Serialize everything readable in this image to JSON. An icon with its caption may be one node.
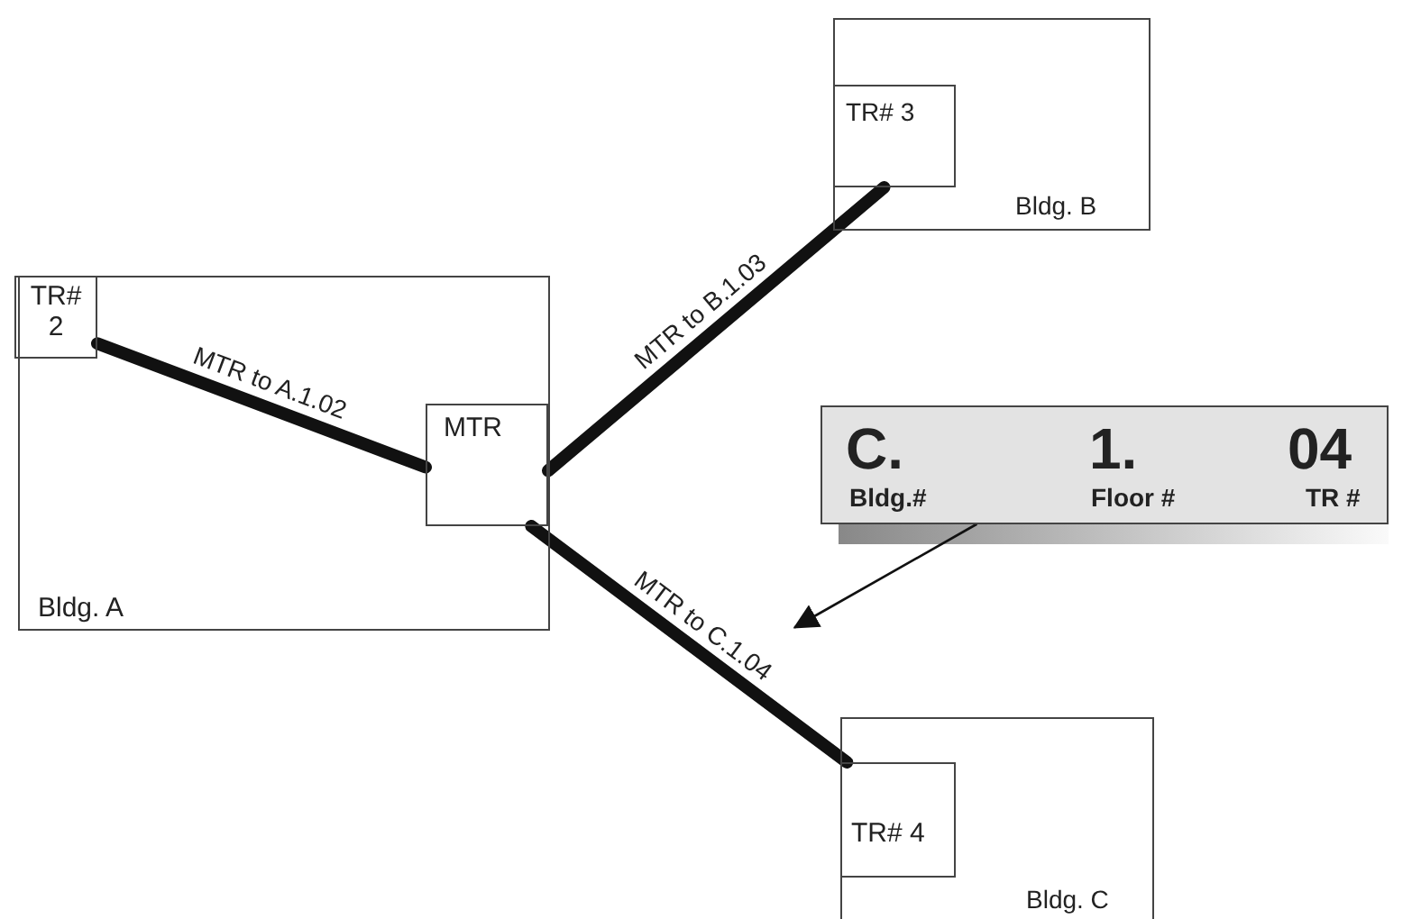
{
  "diagram": {
    "nodes": [
      {
        "text": [
          "Bldg. A"
        ]
      },
      {
        "text": [
          "TR# 2"
        ],
        "in": 0
      },
      {
        "text": [
          "MTR"
        ],
        "in": 0
      },
      {
        "text": [
          "Bldg. B"
        ]
      },
      {
        "text": [
          "TR# 3"
        ],
        "in": 3
      },
      {
        "text": [
          "Bldg. C"
        ]
      },
      {
        "text": [
          "TR# 4"
        ],
        "in": 5
      },
      {
        "text": [
          "C.",
          "1.",
          "04",
          "Bldg.#",
          "Floor #",
          "TR #"
        ]
      }
    ],
    "edges": [
      {
        "from": 2,
        "to": 1,
        "arrow": "none",
        "label": "MTR to A.1.02"
      },
      {
        "from": 2,
        "to": 4,
        "arrow": "none",
        "label": "MTR to B.1.03"
      },
      {
        "from": 2,
        "to": 6,
        "arrow": "none",
        "label": "MTR to C.1.04"
      },
      {
        "from": 7,
        "to": null,
        "arrow": "to"
      }
    ]
  }
}
